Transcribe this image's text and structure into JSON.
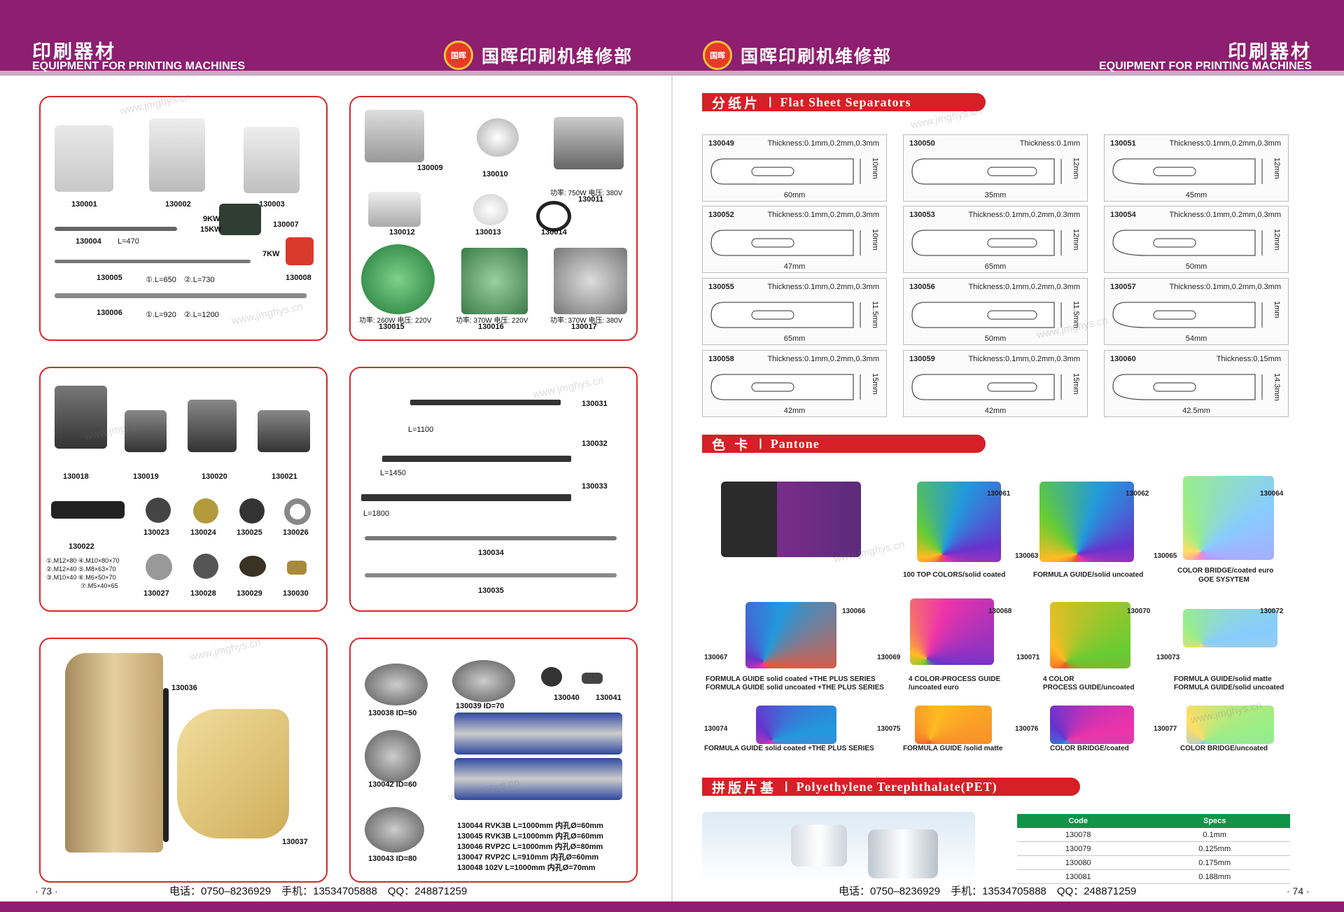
{
  "header": {
    "cn_title": "印刷器材",
    "en_title": "EQUIPMENT FOR PRINTING MACHINES",
    "brand_name": "国晖印刷机维修部",
    "logo_text": "国晖"
  },
  "watermark": "www.jmghys.cn",
  "left_page": {
    "panel1": {
      "codes": [
        "130001",
        "130002",
        "130003",
        "130004",
        "130005",
        "130006",
        "130007",
        "130008"
      ],
      "labels": {
        "l470": "L=470",
        "p9kw": "9KW",
        "p15kw": "15KW",
        "p7kw": "7KW",
        "l005": "①.L=650　②.L=730",
        "l006": "①.L=920　②.L=1200"
      }
    },
    "panel2": {
      "codes": [
        "130009",
        "130010",
        "130011",
        "130012",
        "130013",
        "130014",
        "130015",
        "130016",
        "130017"
      ],
      "labels": {
        "p011": "功率: 750W 电压: 380V",
        "p015": "功率: 260W 电压: 220V",
        "p016": "功率: 370W 电压: 220V",
        "p017": "功率: 370W 电压: 380V"
      }
    },
    "panel3": {
      "codes": [
        "130018",
        "130019",
        "130020",
        "130021",
        "130022",
        "130023",
        "130024",
        "130025",
        "130026",
        "130027",
        "130028",
        "130029",
        "130030"
      ],
      "spec_lines": [
        "①.M12×80 ④.M10×80×70",
        "②.M12×40 ⑤.M8×63×70",
        "③.M10×40 ⑥.M6×50×70",
        "⑦.M5×40×65"
      ]
    },
    "panel4": {
      "codes": [
        "130031",
        "130032",
        "130033",
        "130034",
        "130035"
      ],
      "labels": {
        "l1100": "L=1100",
        "l1450": "L=1450",
        "l1800": "L=1800"
      }
    },
    "panel5": {
      "codes": [
        "130036",
        "130037"
      ]
    },
    "panel6": {
      "items": [
        "130038 ID=50",
        "130039 ID=70",
        "130040",
        "130041",
        "130042 ID=60",
        "130043 ID=80"
      ],
      "rollers": [
        "130044  RVK3B  L=1000mm 内孔Ø=60mm",
        "130045  RVK3B  L=1000mm 内孔Ø=60mm",
        "130046  RVP2C  L=1000mm 内孔Ø=80mm",
        "130047  RVP2C  L=910mm 内孔Ø=60mm",
        "130048    102V   L=1000mm 内孔Ø=70mm"
      ]
    },
    "page_number": "· 73 ·",
    "footer": "电话：0750–8236929　手机：13534705888　QQ：248871259"
  },
  "right_page": {
    "section1": {
      "cn": "分纸片",
      "en": "Flat Sheet Separators"
    },
    "separators": [
      {
        "code": "130049",
        "thick": "Thickness:0.1mm,0.2mm,0.3mm",
        "w": "60mm",
        "h": "10mm"
      },
      {
        "code": "130050",
        "thick": "Thickness:0.1mm",
        "w": "35mm",
        "h": "12mm"
      },
      {
        "code": "130051",
        "thick": "Thickness:0.1mm,0.2mm,0.3mm",
        "w": "45mm",
        "h": "12mm"
      },
      {
        "code": "130052",
        "thick": "Thickness:0.1mm,0.2mm,0.3mm",
        "w": "47mm",
        "h": "10mm"
      },
      {
        "code": "130053",
        "thick": "Thickness:0.1mm,0.2mm,0.3mm",
        "w": "65mm",
        "h": "12mm"
      },
      {
        "code": "130054",
        "thick": "Thickness:0.1mm,0.2mm,0.3mm",
        "w": "50mm",
        "h": "12mm"
      },
      {
        "code": "130055",
        "thick": "Thickness:0.1mm,0.2mm,0.3mm",
        "w": "65mm",
        "h": "11.5mm"
      },
      {
        "code": "130056",
        "thick": "Thickness:0.1mm,0.2mm,0.3mm",
        "w": "50mm",
        "h": "11.5mm"
      },
      {
        "code": "130057",
        "thick": "Thickness:0.1mm,0.2mm,0.3mm",
        "w": "54mm",
        "h": "1mm"
      },
      {
        "code": "130058",
        "thick": "Thickness:0.1mm,0.2mm,0.3mm",
        "w": "42mm",
        "h": "15mm"
      },
      {
        "code": "130059",
        "thick": "Thickness:0.1mm,0.2mm,0.3mm",
        "w": "42mm",
        "h": "15mm"
      },
      {
        "code": "130060",
        "thick": "Thickness:0.15mm",
        "w": "42.5mm",
        "h": "14.3mm"
      }
    ],
    "section2": {
      "cn": "色 卡",
      "en": "Pantone"
    },
    "pantone_codes": [
      "130061",
      "130062",
      "130063",
      "130064",
      "130065",
      "130066",
      "130067",
      "130068",
      "130069",
      "130070",
      "130071",
      "130072",
      "130073",
      "130074",
      "130075",
      "130076",
      "130077"
    ],
    "pantone_labels": {
      "l061": "100 TOP COLORS/solid coated",
      "l063": "FORMULA GUIDE/solid uncoated",
      "l065a": "COLOR BRIDGE/coated euro",
      "l065b": "GOE SYSYTEM",
      "l067a": "FORMULA GUIDE solid coated +THE PLUS SERIES",
      "l067b": "FORMULA GUIDE solid uncoated +THE PLUS SERIES",
      "l069a": "4 COLOR-PROCESS GUIDE",
      "l069b": "/uncoated euro",
      "l071a": "4 COLOR",
      "l071b": "PROCESS GUIDE/uncoated",
      "l073a": "FORMULA GUIDE/solid matte",
      "l073b": "FORMULA GUIDE/solid uncoated",
      "l074": "FORMULA GUIDE solid coated +THE PLUS SERIES",
      "l075": "FORMULA GUIDE /solid matte",
      "l076": "COLOR BRIDGE/coated",
      "l077": "COLOR BRIDGE/uncoated"
    },
    "section3": {
      "cn": "拼版片基",
      "en": "Polyethylene Terephthalate(PET)"
    },
    "pet_table": {
      "headers": [
        "Code",
        "Specs"
      ],
      "rows": [
        [
          "130078",
          "0.1mm"
        ],
        [
          "130079",
          "0.125mm"
        ],
        [
          "130080",
          "0.175mm"
        ],
        [
          "130081",
          "0.188mm"
        ]
      ]
    },
    "page_number": "· 74 ·",
    "footer": "电话：0750–8236929　手机：13534705888　QQ：248871259"
  }
}
